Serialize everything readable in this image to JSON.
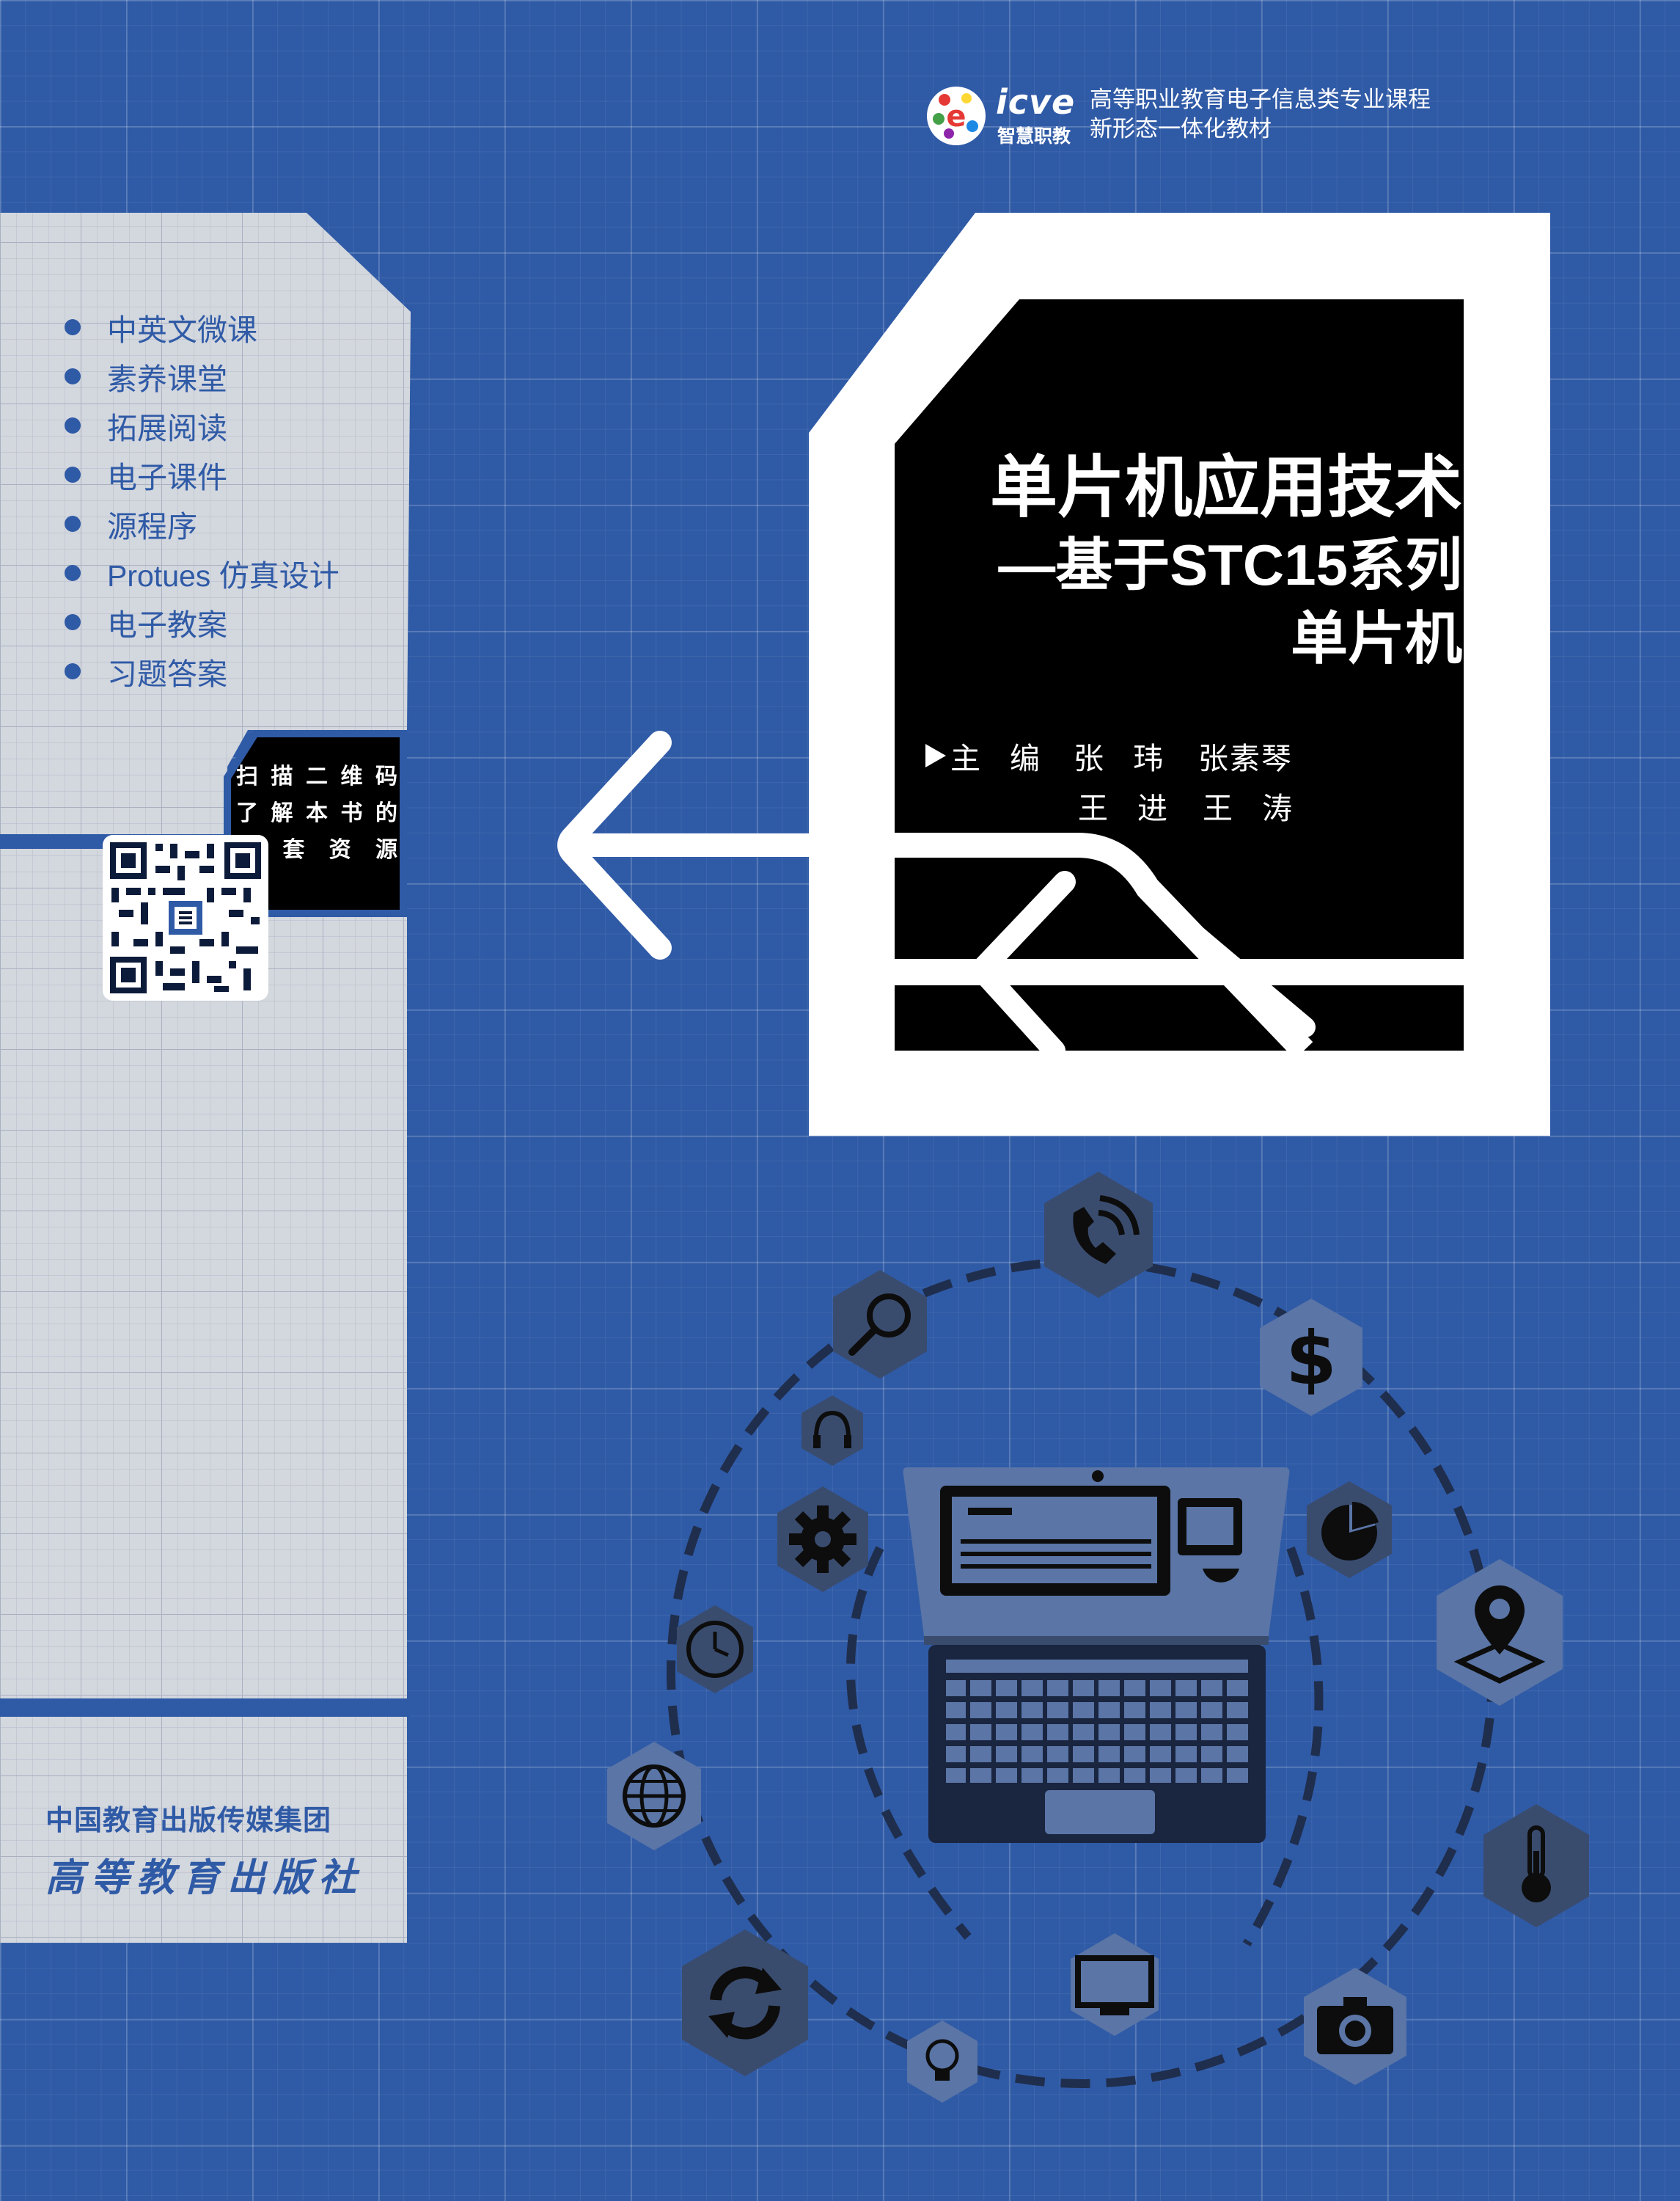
{
  "brand": {
    "logo_text": "icve",
    "logo_sub": "智慧职教",
    "series_line1": "高等职业教育电子信息类专业课程",
    "series_line2": "新形态一体化教材",
    "colors": {
      "red": "#e53935",
      "yellow": "#fdd835",
      "green": "#43a047",
      "blue": "#1e88e5",
      "purple": "#8e24aa"
    }
  },
  "features": [
    "中英文微课",
    "素养课堂",
    "拓展阅读",
    "电子课件",
    "源程序",
    "Protues 仿真设计",
    "电子教案",
    "习题答案"
  ],
  "qr": {
    "label_line1": "扫描二维码",
    "label_line2": "了解本书的",
    "label_line3": "配套资源",
    "icon": "qr-code-icon"
  },
  "book": {
    "title_main": "单片机应用技术",
    "title_sub": "—基于STC15系列",
    "title_sub2": "单片机"
  },
  "authors": {
    "role": "主编",
    "names_row1": [
      "张玮",
      "张素琴"
    ],
    "names_row2": [
      "王进",
      "王涛"
    ]
  },
  "publisher": {
    "group": "中国教育出版传媒集团",
    "press": "高等教育出版社"
  },
  "illustration": {
    "icons": [
      "phone-signal-icon",
      "search-icon",
      "dollar-icon",
      "headphones-icon",
      "gear-icon",
      "pie-chart-icon",
      "location-pin-icon",
      "clock-icon",
      "globe-icon",
      "thermometer-icon",
      "refresh-icon",
      "monitor-icon",
      "camera-icon",
      "lightbulb-icon",
      "laptop-icon"
    ],
    "colors": {
      "hex_dark": "#3a4c6e",
      "hex_light": "#5a75a6",
      "icon": "#0d0d0d",
      "orbit": "#1f2e4d"
    }
  },
  "colors": {
    "background": "#2f5aa6",
    "panel": "#d3d7de",
    "black": "#000000",
    "white": "#ffffff"
  }
}
